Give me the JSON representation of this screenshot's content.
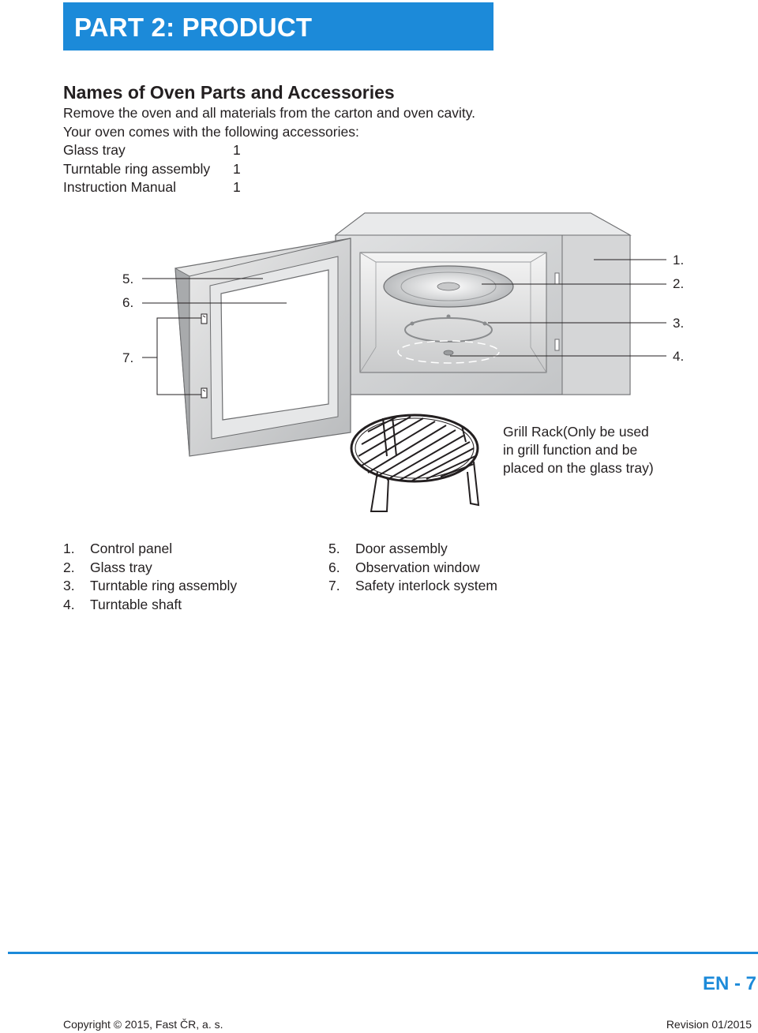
{
  "banner": {
    "title": "PART 2: PRODUCT DESCRIPTION"
  },
  "section": {
    "heading": "Names of Oven Parts and Accessories",
    "intro_line1": "Remove the oven and all materials from the carton and oven cavity.",
    "intro_line2": "Your oven comes with the following accessories:"
  },
  "accessories": [
    {
      "name": "Glass tray",
      "qty": "1"
    },
    {
      "name": "Turntable ring assembly",
      "qty": "1"
    },
    {
      "name": "Instruction Manual",
      "qty": "1"
    }
  ],
  "figure": {
    "callouts_right": [
      "1.",
      "2.",
      "3.",
      "4."
    ],
    "callouts_left": [
      "5.",
      "6.",
      "7."
    ],
    "rack_caption": [
      "Grill Rack(Only be used",
      "in grill function and be",
      "placed on the glass tray)"
    ]
  },
  "parts_left": [
    {
      "num": "1.",
      "label": "Control panel"
    },
    {
      "num": "2.",
      "label": "Glass tray"
    },
    {
      "num": "3.",
      "label": "Turntable ring assembly"
    },
    {
      "num": "4.",
      "label": "Turntable shaft"
    }
  ],
  "parts_right": [
    {
      "num": "5.",
      "label": "Door assembly"
    },
    {
      "num": "6.",
      "label": "Observation window"
    },
    {
      "num": "7.",
      "label": "Safety interlock system"
    }
  ],
  "footer": {
    "page": "EN - 7",
    "copyright": "Copyright © 2015, Fast ČR, a. s.",
    "revision": "Revision 01/2015"
  },
  "colors": {
    "accent": "#1c8ad9",
    "text": "#231f20"
  }
}
